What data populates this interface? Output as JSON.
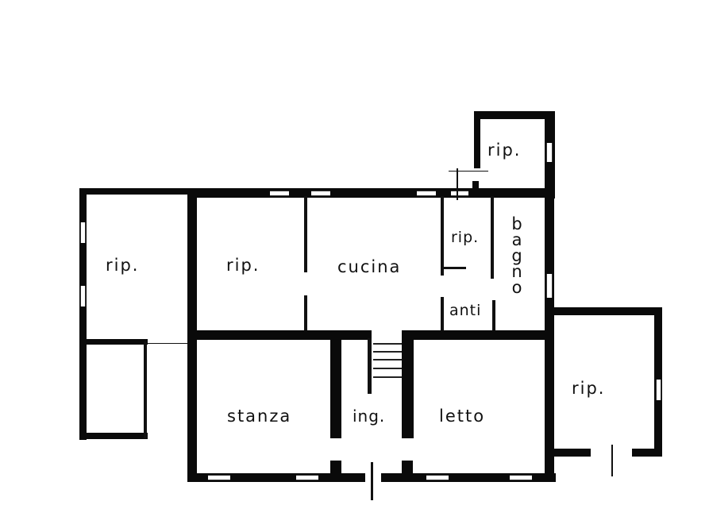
{
  "plan": {
    "type": "floor-plan",
    "colors": {
      "wall": "#0a0a0a",
      "background": "#ffffff"
    },
    "rooms": [
      {
        "id": "rip-west",
        "label": "rip."
      },
      {
        "id": "rip-center",
        "label": "rip."
      },
      {
        "id": "cucina",
        "label": "cucina"
      },
      {
        "id": "rip-small",
        "label": "rip."
      },
      {
        "id": "bagno",
        "label": "bagno"
      },
      {
        "id": "anti",
        "label": "anti"
      },
      {
        "id": "rip-north",
        "label": "rip."
      },
      {
        "id": "stanza",
        "label": "stanza"
      },
      {
        "id": "ingresso",
        "label": "ing."
      },
      {
        "id": "letto",
        "label": "letto"
      },
      {
        "id": "rip-east",
        "label": "rip."
      }
    ]
  }
}
